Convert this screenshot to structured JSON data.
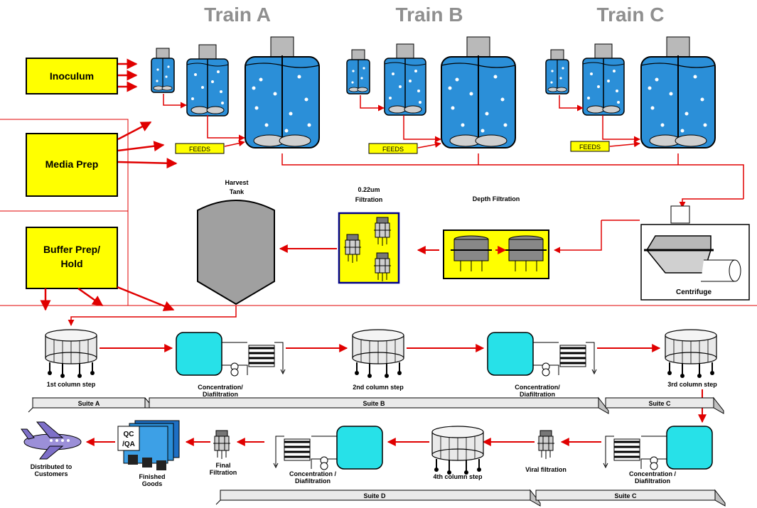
{
  "trains": [
    "Train A",
    "Train B",
    "Train C"
  ],
  "prep": {
    "inoculum": "Inoculum",
    "media": "Media Prep",
    "buffer_line1": "Buffer Prep/",
    "buffer_line2": "Hold"
  },
  "feeds_label": "FEEDS",
  "harvest": {
    "line1": "Harvest",
    "line2": "Tank"
  },
  "filtration_022": {
    "line1": "0.22um",
    "line2": "Filtration"
  },
  "depth_filtration": "Depth Filtration",
  "centrifuge": "Centrifuge",
  "steps": {
    "col1": "1st column step",
    "col2": "2nd column step",
    "col3": "3rd column step",
    "col4": "4th column step",
    "conc_a": "Concentration/",
    "diaf_a": "Diafiltration",
    "conc_b": "Concentration /",
    "diaf_b": "Diafiltration",
    "viral": "Viral filtration",
    "final1": "Final",
    "final2": "Filtration",
    "finished1": "Finished",
    "finished2": "Goods",
    "qc1": "QC",
    "qc2": "/QA",
    "dist1": "Distributed to",
    "dist2": "Customers"
  },
  "suites": {
    "a": "Suite A",
    "b": "Suite B",
    "c1": "Suite C",
    "d": "Suite D",
    "c2": "Suite C"
  },
  "colors": {
    "tank": "#2b8fd8",
    "prep_box": "#ffff00",
    "arrow": "#e00000",
    "train_text": "#8f8f8f",
    "harvest_tank": "#a0a0a0",
    "cyan_vessel": "#27e1e8",
    "filter_outline": "#00008b"
  }
}
